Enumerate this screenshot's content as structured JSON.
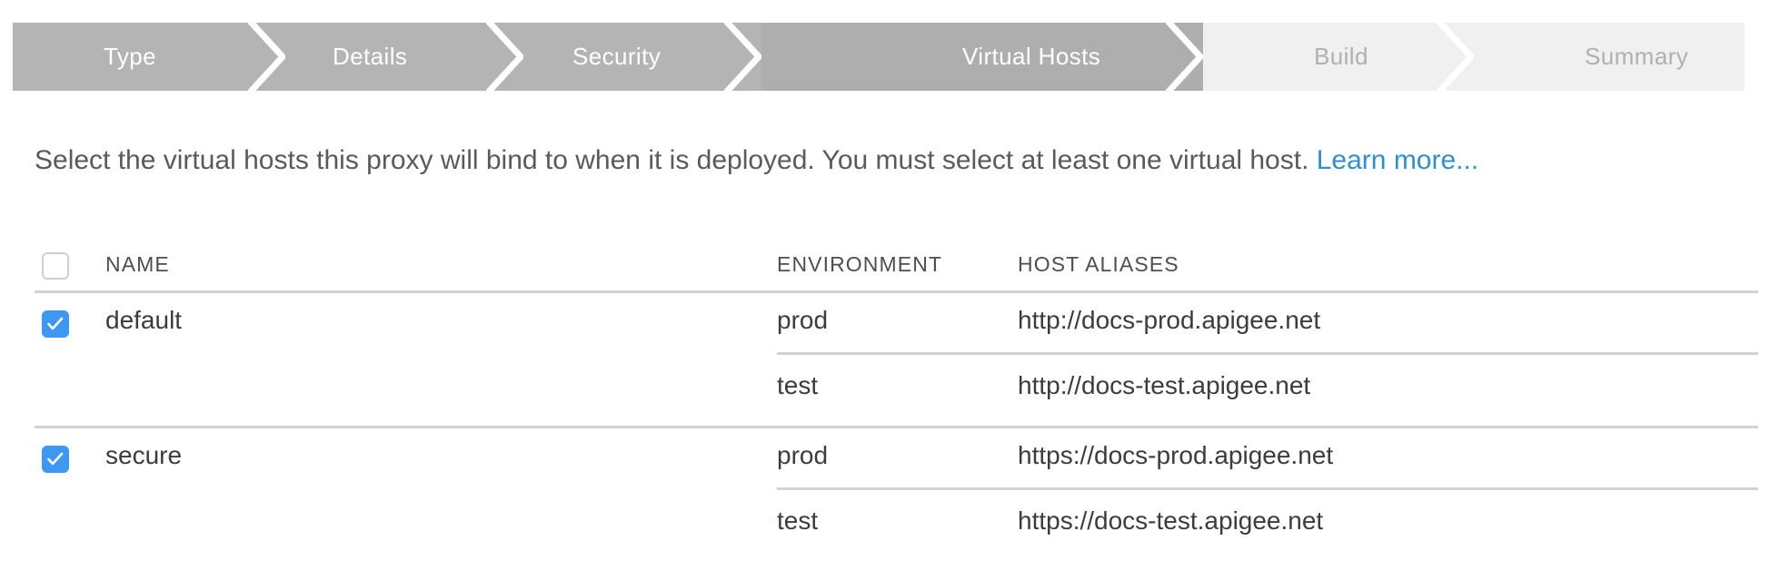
{
  "wizard": {
    "steps": [
      {
        "label": "Type",
        "state": "done"
      },
      {
        "label": "Details",
        "state": "done"
      },
      {
        "label": "Security",
        "state": "done"
      },
      {
        "label": "Virtual Hosts",
        "state": "active"
      },
      {
        "label": "Build",
        "state": "todo"
      },
      {
        "label": "Summary",
        "state": "todo"
      }
    ],
    "active_color": "#aeaeae",
    "done_color": "#b4b4b4",
    "todo_color": "#f0f0f0"
  },
  "description": {
    "text": "Select the virtual hosts this proxy will bind to when it is deployed. You must select at least one virtual host. ",
    "link_label": "Learn more...",
    "link_color": "#2f8fd0"
  },
  "table": {
    "headers": {
      "name": "NAME",
      "environment": "ENVIRONMENT",
      "host_aliases": "HOST ALIASES"
    },
    "select_all_checked": false,
    "accent_color": "#3d98f2",
    "rows": [
      {
        "name": "default",
        "checked": true,
        "entries": [
          {
            "environment": "prod",
            "host_alias": "http://docs-prod.apigee.net"
          },
          {
            "environment": "test",
            "host_alias": "http://docs-test.apigee.net"
          }
        ]
      },
      {
        "name": "secure",
        "checked": true,
        "entries": [
          {
            "environment": "prod",
            "host_alias": "https://docs-prod.apigee.net"
          },
          {
            "environment": "test",
            "host_alias": "https://docs-test.apigee.net"
          }
        ]
      }
    ]
  }
}
